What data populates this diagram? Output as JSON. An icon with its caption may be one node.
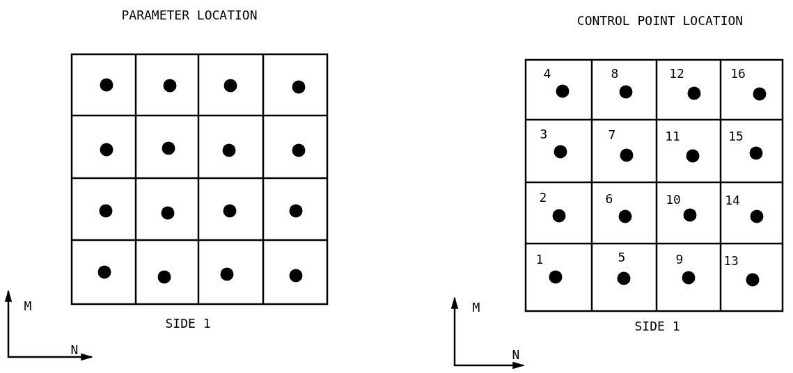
{
  "diagram": {
    "labels": [
      "PARAMETER LOCATION",
      "CONTROL POINT LOCATION",
      "4",
      "8",
      "12",
      "16",
      "3",
      "7",
      "11",
      "15",
      "2",
      "6",
      "10",
      "14",
      "1",
      "5",
      "9",
      "13",
      "M",
      "M",
      "SIDE 1",
      "SIDE 1",
      "N",
      "N"
    ]
  }
}
